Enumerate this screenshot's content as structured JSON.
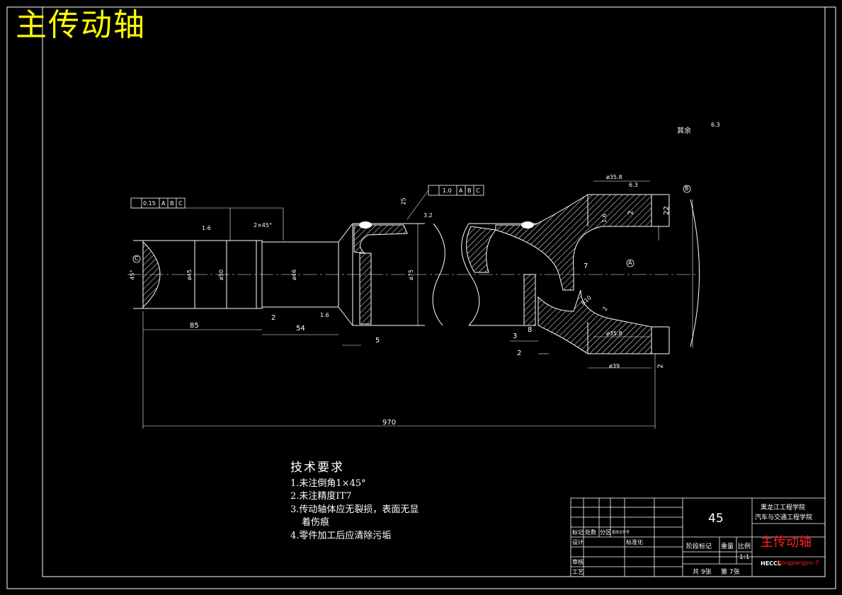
{
  "title": "主传动轴",
  "roughness_note": {
    "label": "其余",
    "value": "6.3"
  },
  "tolerance_frames": [
    {
      "value": "0.15",
      "refs": [
        "A",
        "B",
        "C"
      ]
    },
    {
      "value": "1.0",
      "refs": [
        "A",
        "B",
        "C"
      ]
    }
  ],
  "datums": [
    "A",
    "B",
    "C"
  ],
  "dimensions": {
    "d45": "ø45",
    "d50": "ø50",
    "d46": "ø46",
    "d75": "ø75",
    "d35_top": "ø35.8",
    "d35_bot": "ø35.8",
    "d39": "ø39",
    "len_85": "85",
    "len_2a": "2",
    "len_54": "54",
    "len_5": "5",
    "len_3": "3",
    "len_8": "8",
    "len_2b": "2",
    "len_970": "970",
    "len_2c": "2",
    "len_2d": "2",
    "len_22": "22",
    "len_7": "7",
    "len_25": "25",
    "r10": "R10",
    "chamfer": "2×45°",
    "c3": "3.2",
    "c16a": "1.6",
    "c16b": "1.6",
    "c16c": "1.6",
    "c63": "6.3",
    "r2": "2",
    "ang": "45°"
  },
  "tech_requirements": {
    "heading": "技术要求",
    "items": [
      "1.未注倒角1×45°",
      "2.未注精度IT7",
      "3.传动轴体应无裂损，表面无显",
      "着伤痕",
      "4.零件加工后应清除污垢"
    ]
  },
  "title_block": {
    "material": "45",
    "school_1": "黑龙江工程学院",
    "school_2": "汽车与交通工程学院",
    "drawing_name": "主传动轴",
    "designer_code": "HECCL",
    "designer_name": "dongpengyu-7",
    "scale_label": "比例",
    "scale": "1:1",
    "weight_label": "重量",
    "stage_label": "阶段标记",
    "sheets": "共 9张",
    "sheet_no": "第 7张",
    "row_mark": "标记",
    "row_count": "处数",
    "row_zone": "分区",
    "row_doc": "更改文件号",
    "row_design": "设计",
    "row_std": "标准化",
    "row_check": "审核",
    "row_process": "工艺"
  },
  "colors": {
    "line": "#ffffff",
    "title": "#ffff00",
    "stamp": "#ff2020",
    "frame": "#ffffff"
  }
}
